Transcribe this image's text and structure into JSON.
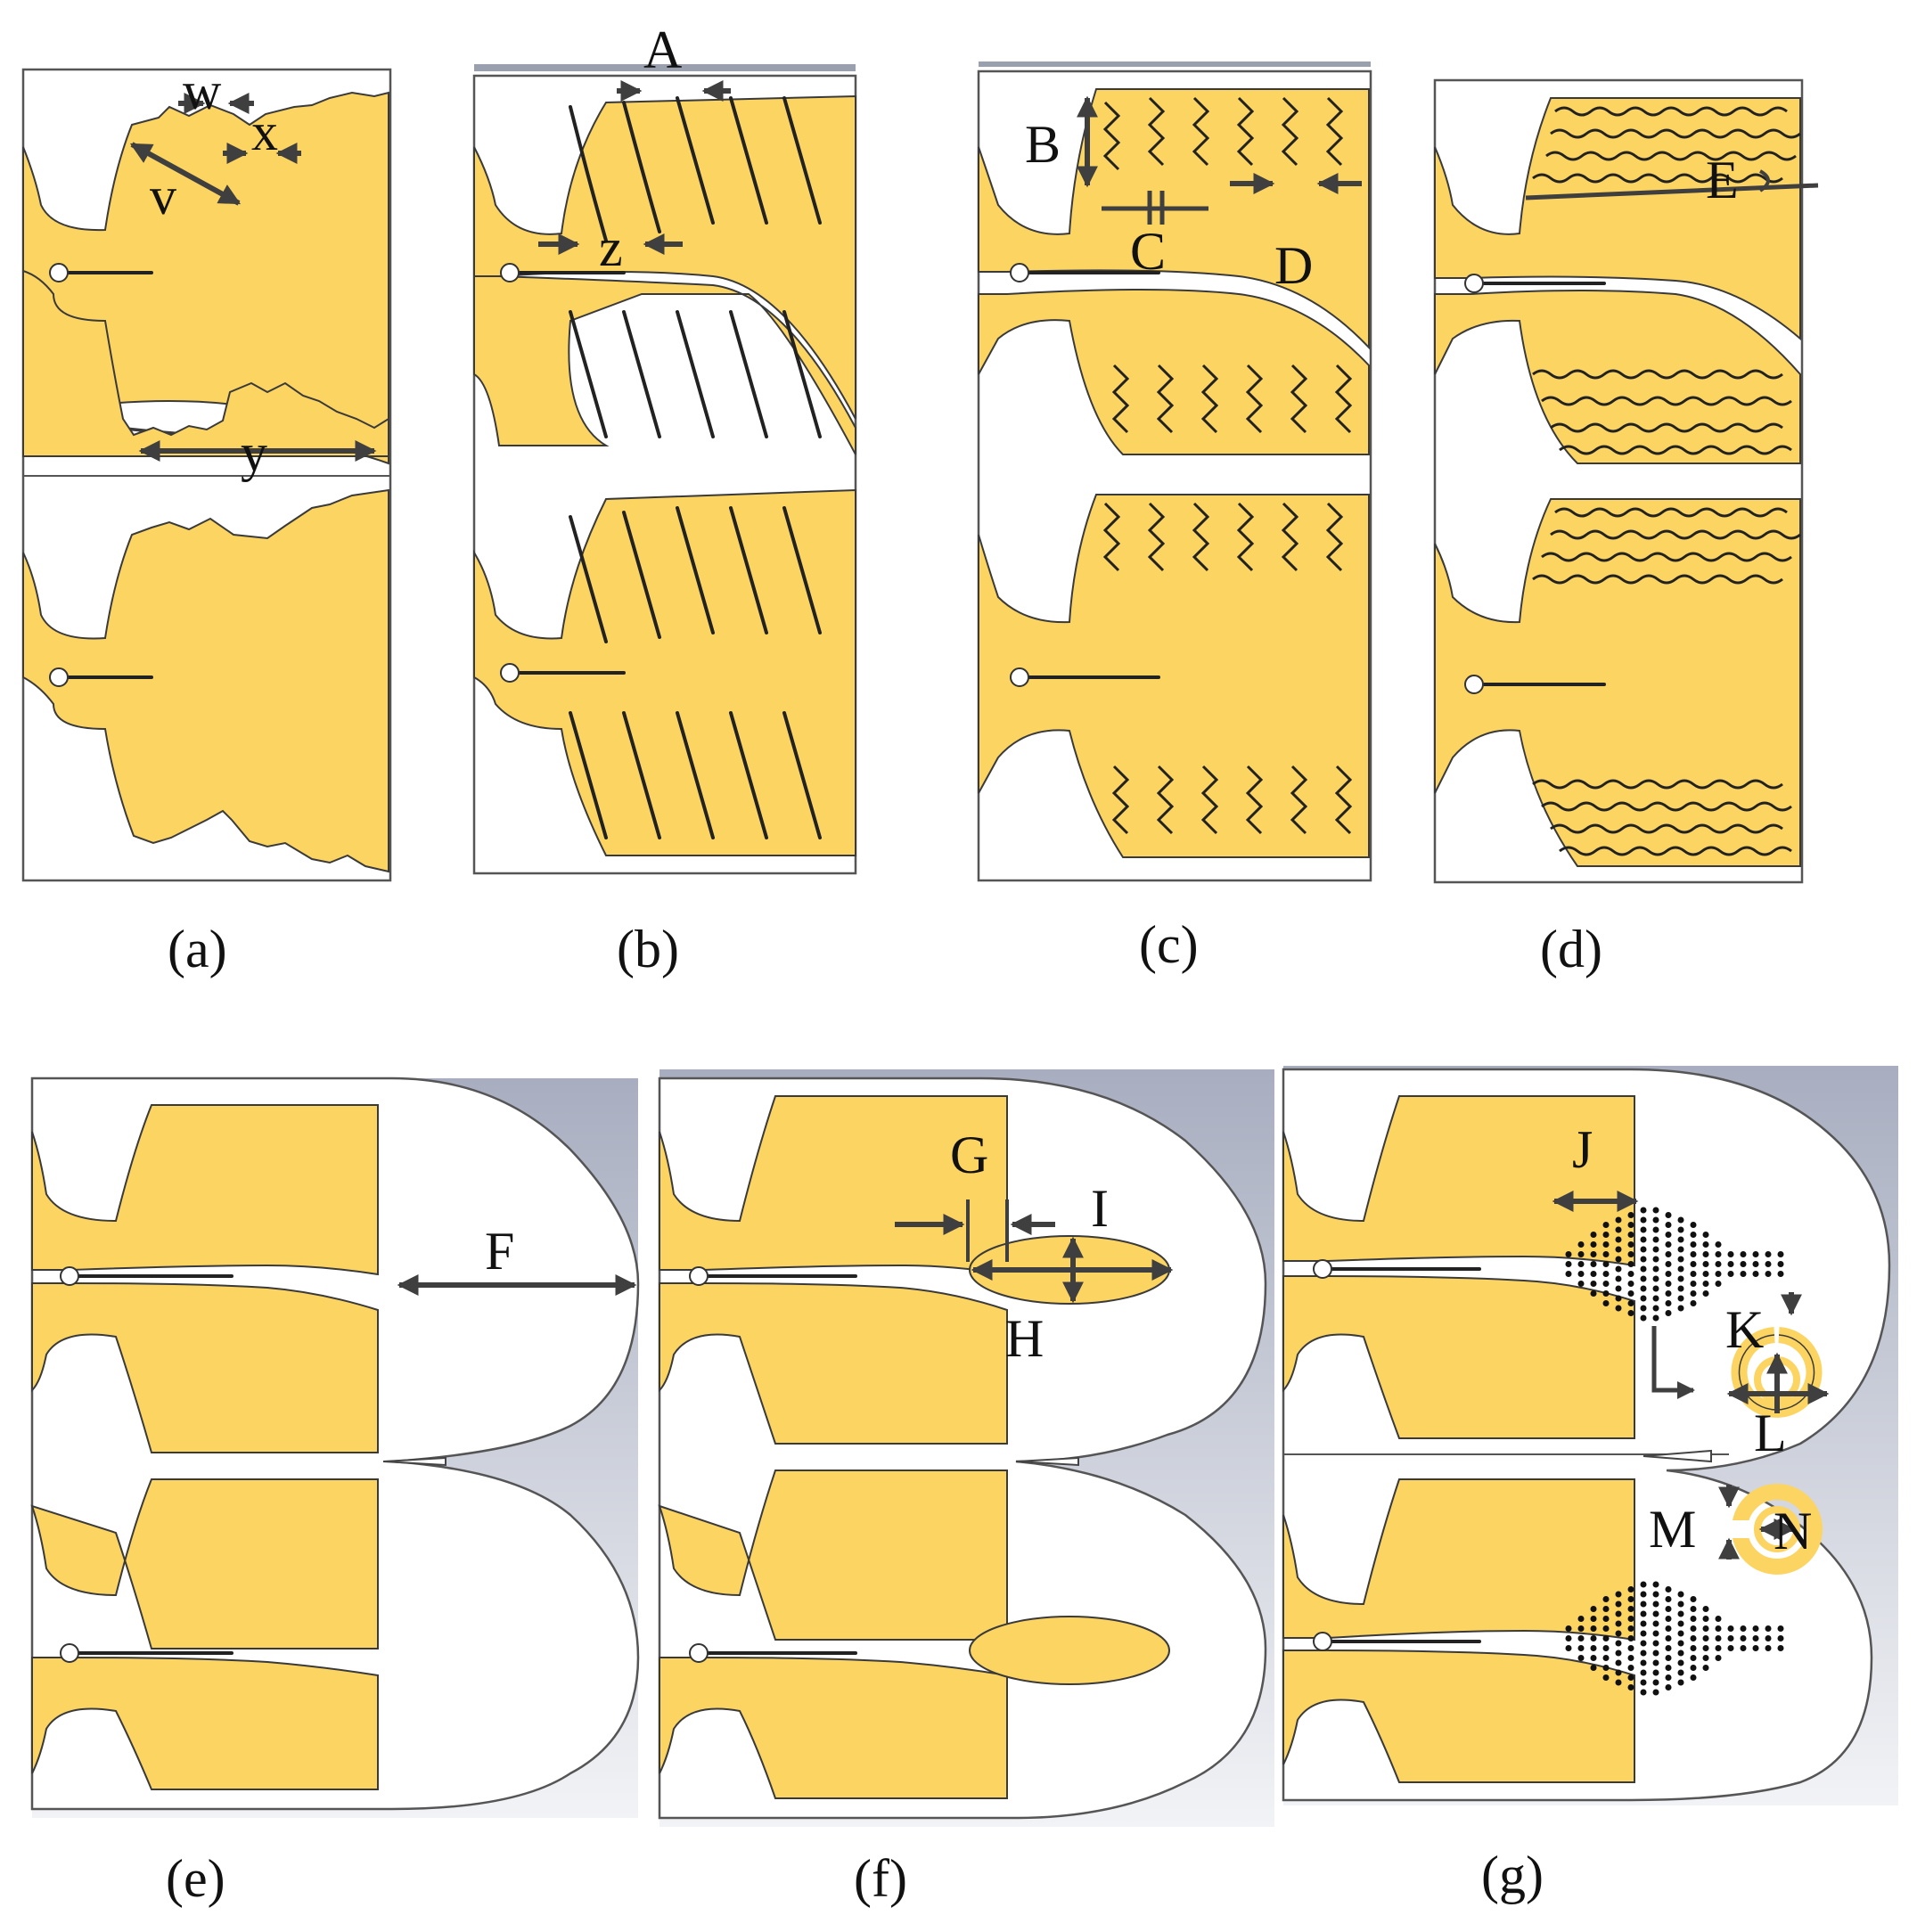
{
  "captions": {
    "a": "(a)",
    "b": "(b)",
    "c": "(c)",
    "d": "(d)",
    "e": "(e)",
    "f": "(f)",
    "g": "(g)"
  },
  "dimension_labels": {
    "v": "v",
    "w": "w",
    "x": "x",
    "y": "y",
    "z": "z",
    "A": "A",
    "B": "B",
    "C": "C",
    "D": "D",
    "E": "E",
    "F": "F",
    "G": "G",
    "H": "H",
    "I": "I",
    "J": "J",
    "K": "K",
    "L": "L",
    "M": "M",
    "N": "N"
  },
  "colors": {
    "metal": "#fcd462",
    "outline": "#3a3a3a",
    "dimension_arrow": "#3f3f3f",
    "background": "#ffffff"
  }
}
